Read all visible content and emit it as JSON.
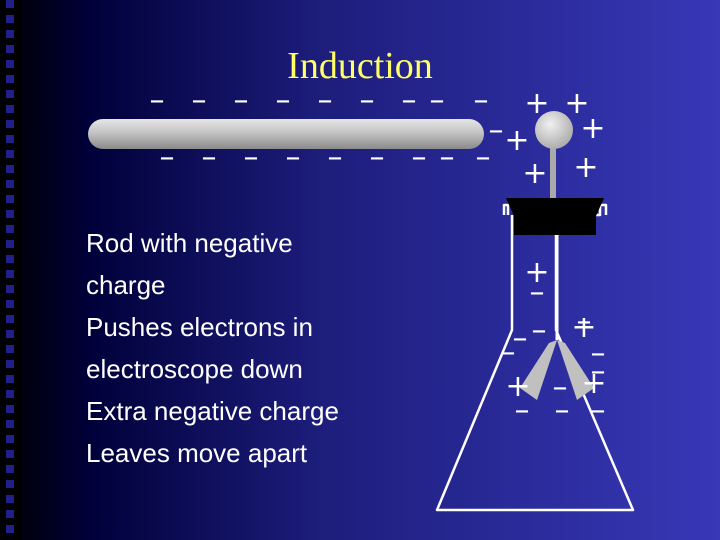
{
  "title": "Induction",
  "text_lines": [
    "Rod with negative",
    "charge",
    "Pushes electrons in",
    "electroscope down",
    "Extra negative charge",
    "Leaves move apart"
  ],
  "colors": {
    "title": "#ffff66",
    "text": "#ffffff",
    "rod": "#c4c4c4",
    "flask_outline": "#ffffff",
    "stopper": "#000000",
    "leaves": "#c0c0c0"
  },
  "signs": {
    "minus": "–",
    "plus": "+"
  }
}
